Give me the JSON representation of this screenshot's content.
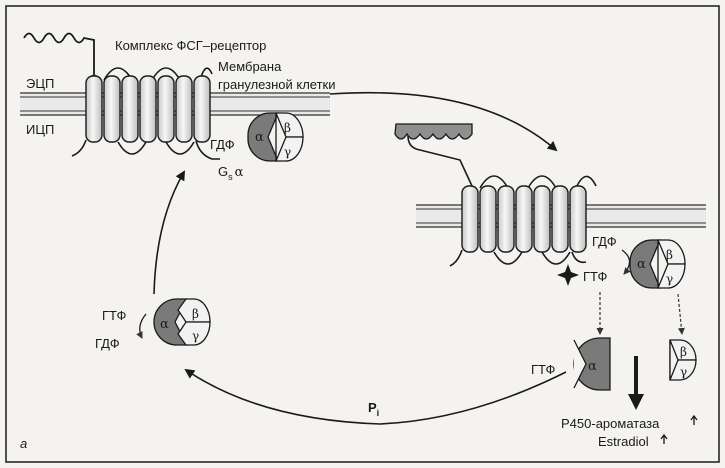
{
  "labels": {
    "complex": "Комплекс ФСГ–рецептор",
    "membrane_line1": "Мембрана",
    "membrane_line2": "гранулезной клетки",
    "ecp": "ЭЦП",
    "icp": "ИЦП",
    "gdp": "ГДФ",
    "gtp": "ГТФ",
    "gs_main": "G",
    "gs_sub": "s",
    "gs_alpha": "α",
    "pi_main": "P",
    "pi_sub": "i",
    "aromatase": "P450-ароматаза",
    "estradiol": "Estradiol",
    "panel": "a"
  },
  "subunits": {
    "alpha": "α",
    "beta": "β",
    "gamma": "γ"
  },
  "colors": {
    "alpha_fill": "#7a7a7a",
    "beta_gamma_fill": "#f2f2f2",
    "receptor_fill": "#e6e6e6",
    "membrane_fill": "#e9e9e9",
    "hormone_fill": "#8f8f8f",
    "background": "#f4f3ef",
    "ink": "#1a1a1a"
  }
}
